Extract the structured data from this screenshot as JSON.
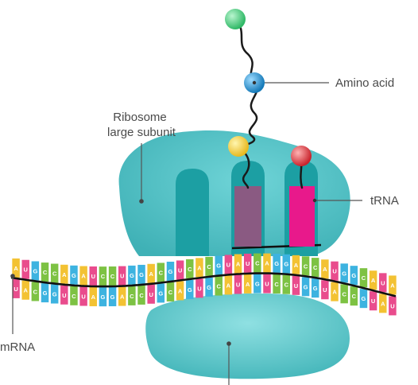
{
  "labels": {
    "amino_acid": "Amino acid",
    "ribosome_line1": "Ribosome",
    "ribosome_line2": "large subunit",
    "trna": "tRNA",
    "mrna": "mRNA"
  },
  "colors": {
    "ribosome_large": "#4fc2c6",
    "ribosome_small": "#5cc8cc",
    "ribosome_site": "#1c9fa3",
    "trna_purple": "#8a5a82",
    "trna_pink": "#e8198b",
    "amino_green": "#4cd07d",
    "amino_blue": "#2a9bd8",
    "amino_yellow": "#f3d23a",
    "amino_red": "#e8404a",
    "base_A": "#f3c233",
    "base_U": "#e94c8d",
    "base_G": "#3db3e0",
    "base_C": "#7dc243",
    "line": "#555555"
  },
  "mrna_top_sequence": [
    "A",
    "U",
    "G",
    "C",
    "C",
    "A",
    "G",
    "A",
    "U",
    "C",
    "C",
    "U",
    "G",
    "G",
    "A",
    "C",
    "G",
    "U",
    "C",
    "A",
    "C",
    "G",
    "U",
    "A",
    "U",
    "C",
    "A",
    "G",
    "G",
    "A",
    "C",
    "C",
    "A",
    "U",
    "G",
    "G",
    "C",
    "A",
    "U",
    "A"
  ],
  "mrna_bottom_sequence": [
    "U",
    "A",
    "C",
    "G",
    "G",
    "U",
    "C",
    "U",
    "A",
    "G",
    "G",
    "A",
    "C",
    "C",
    "U",
    "G",
    "C",
    "A",
    "G",
    "U",
    "G",
    "C",
    "A",
    "U",
    "A",
    "G",
    "U",
    "C",
    "C",
    "U",
    "G",
    "G",
    "U",
    "A",
    "C",
    "C",
    "G",
    "U",
    "A",
    "U"
  ]
}
